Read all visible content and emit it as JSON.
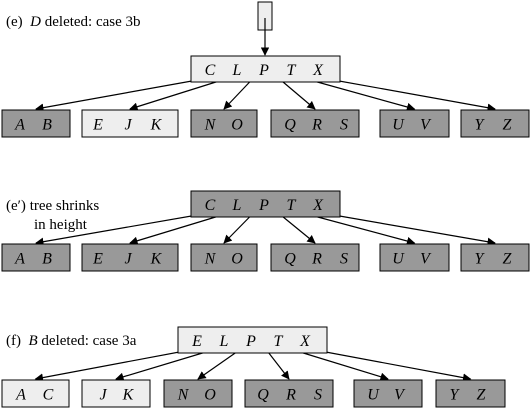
{
  "colors": {
    "dark": "#999999",
    "light": "#eeeeee",
    "stroke": "#000000"
  },
  "panels": [
    {
      "id": "e",
      "caption_tag": "(e)",
      "caption_ital": "D",
      "caption_rest": " deleted: case 3b",
      "caption_line2": "",
      "has_root_pointer": true,
      "root": {
        "keys": [
          "C",
          "L",
          "P",
          "T",
          "X"
        ],
        "shade": "light"
      },
      "children": [
        {
          "keys": [
            "A",
            "B"
          ],
          "shade": "dark"
        },
        {
          "keys": [
            "E",
            "J",
            "K"
          ],
          "shade": "light"
        },
        {
          "keys": [
            "N",
            "O"
          ],
          "shade": "dark"
        },
        {
          "keys": [
            "Q",
            "R",
            "S"
          ],
          "shade": "dark"
        },
        {
          "keys": [
            "U",
            "V"
          ],
          "shade": "dark"
        },
        {
          "keys": [
            "Y",
            "Z"
          ],
          "shade": "dark"
        }
      ]
    },
    {
      "id": "e-prime",
      "caption_tag": "(e′)",
      "caption_ital": "",
      "caption_rest": " tree shrinks",
      "caption_line2": "in height",
      "has_root_pointer": false,
      "root": {
        "keys": [
          "C",
          "L",
          "P",
          "T",
          "X"
        ],
        "shade": "dark"
      },
      "children": [
        {
          "keys": [
            "A",
            "B"
          ],
          "shade": "dark"
        },
        {
          "keys": [
            "E",
            "J",
            "K"
          ],
          "shade": "dark"
        },
        {
          "keys": [
            "N",
            "O"
          ],
          "shade": "dark"
        },
        {
          "keys": [
            "Q",
            "R",
            "S"
          ],
          "shade": "dark"
        },
        {
          "keys": [
            "U",
            "V"
          ],
          "shade": "dark"
        },
        {
          "keys": [
            "Y",
            "Z"
          ],
          "shade": "dark"
        }
      ]
    },
    {
      "id": "f",
      "caption_tag": "(f)",
      "caption_ital": "B",
      "caption_rest": " deleted: case 3a",
      "caption_line2": "",
      "has_root_pointer": false,
      "root": {
        "keys": [
          "E",
          "L",
          "P",
          "T",
          "X"
        ],
        "shade": "light"
      },
      "children": [
        {
          "keys": [
            "A",
            "C"
          ],
          "shade": "light"
        },
        {
          "keys": [
            "J",
            "K"
          ],
          "shade": "light"
        },
        {
          "keys": [
            "N",
            "O"
          ],
          "shade": "dark"
        },
        {
          "keys": [
            "Q",
            "R",
            "S"
          ],
          "shade": "dark"
        },
        {
          "keys": [
            "U",
            "V"
          ],
          "shade": "dark"
        },
        {
          "keys": [
            "Y",
            "Z"
          ],
          "shade": "dark"
        }
      ]
    }
  ]
}
